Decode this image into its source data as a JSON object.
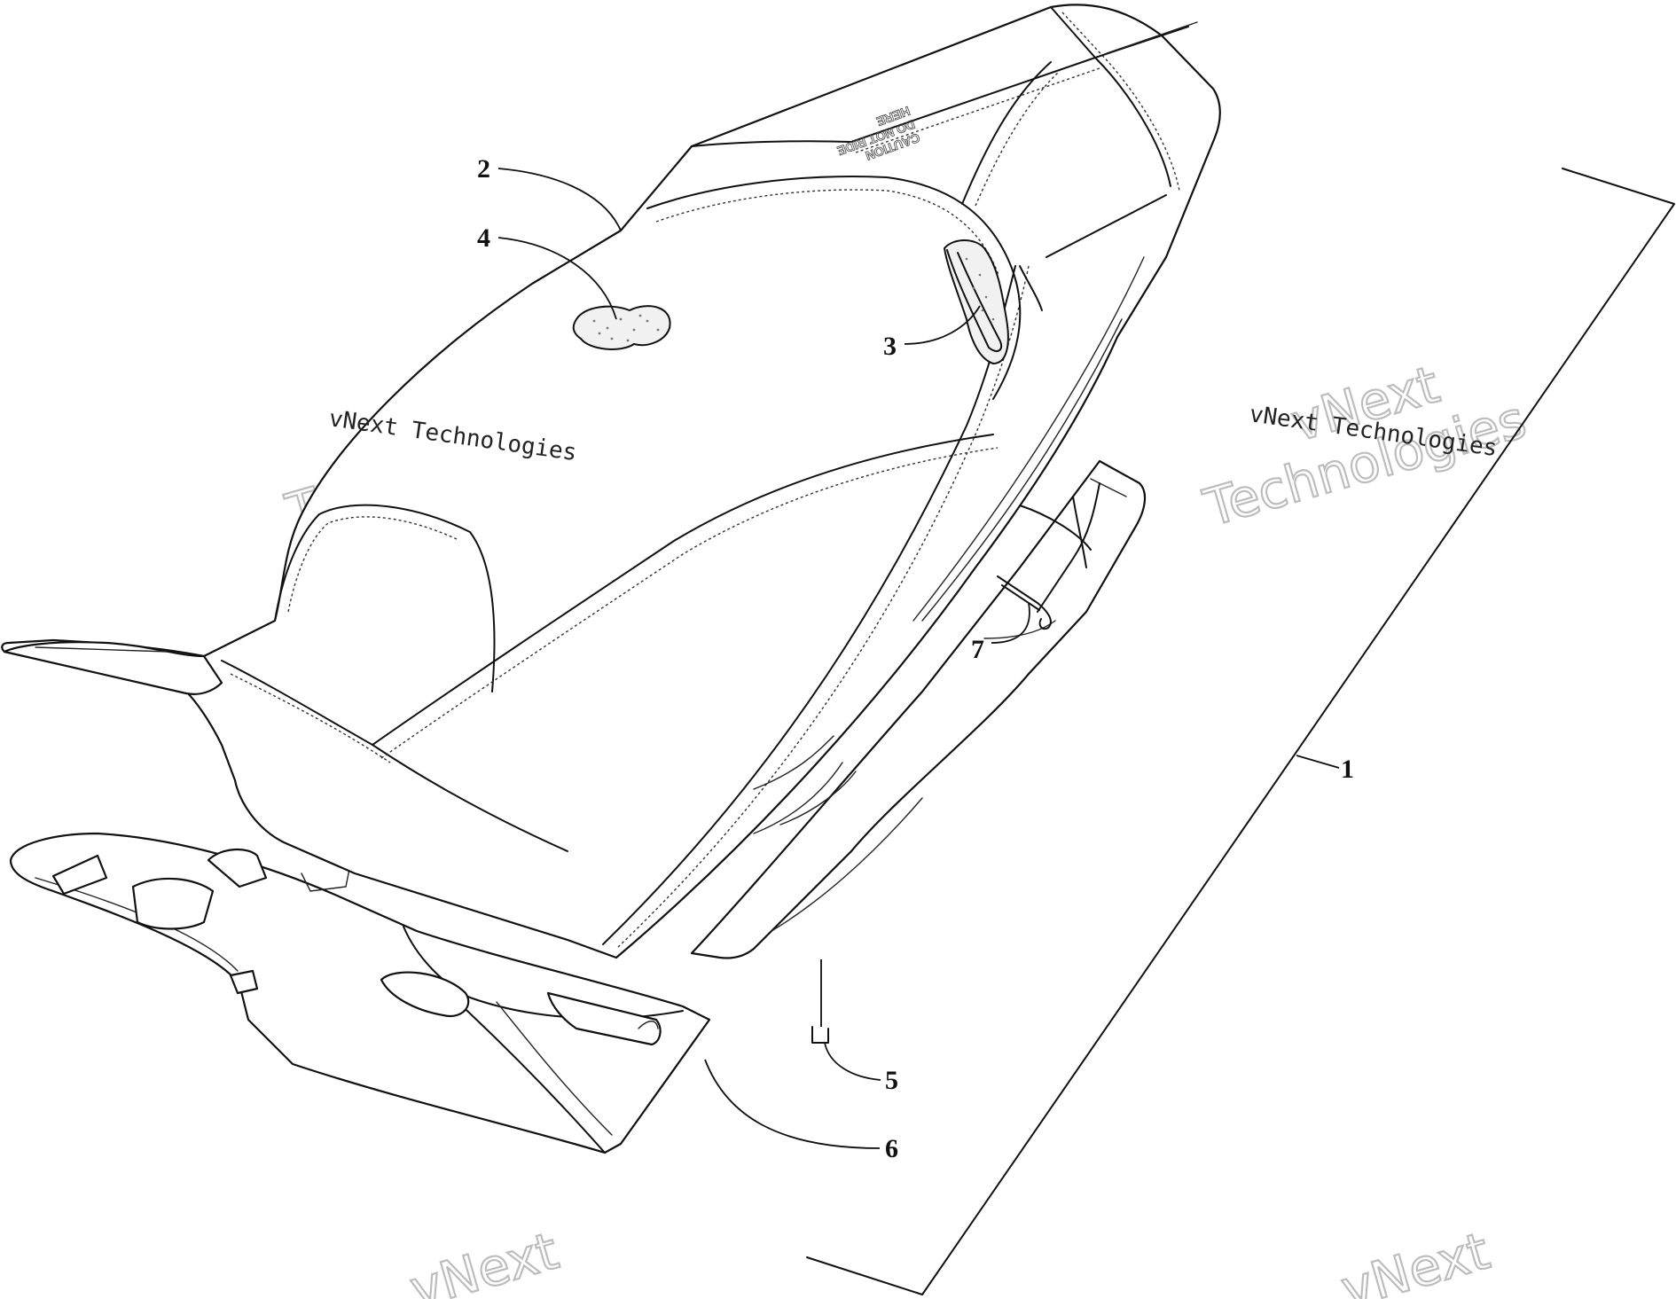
{
  "diagram": {
    "callouts": [
      {
        "id": "1",
        "label": "1"
      },
      {
        "id": "2",
        "label": "2"
      },
      {
        "id": "3",
        "label": "3"
      },
      {
        "id": "4",
        "label": "4"
      },
      {
        "id": "5",
        "label": "5"
      },
      {
        "id": "6",
        "label": "6"
      },
      {
        "id": "7",
        "label": "7"
      }
    ],
    "watermark": {
      "text": "vNext Technologies",
      "word1": "vNext",
      "word2": "Technologies"
    },
    "decal": {
      "line1": "CAUTION",
      "line2": "DO NOT RIDE",
      "line3": "HERE"
    },
    "colors": {
      "line": "#111111",
      "background": "#ffffff",
      "watermark_outline": "#bdbdbd"
    }
  }
}
